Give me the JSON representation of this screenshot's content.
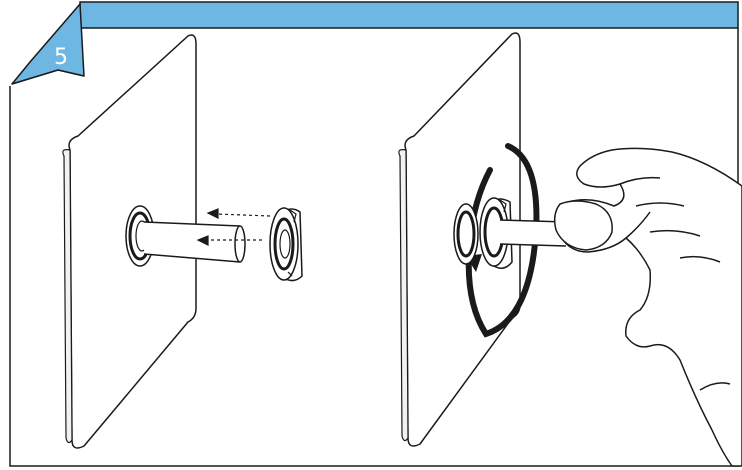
{
  "step": {
    "number": "5",
    "accent_color": "#6FB7E3",
    "border_color": "#1a1a1a"
  },
  "panels": [
    {
      "id": "left",
      "depicts": [
        "wall-plate",
        "spindle",
        "lock-nut",
        "direction-arrows"
      ]
    },
    {
      "id": "right",
      "depicts": [
        "wall-plate",
        "spindle",
        "lock-nut",
        "rotation-arrow",
        "hand"
      ]
    }
  ]
}
